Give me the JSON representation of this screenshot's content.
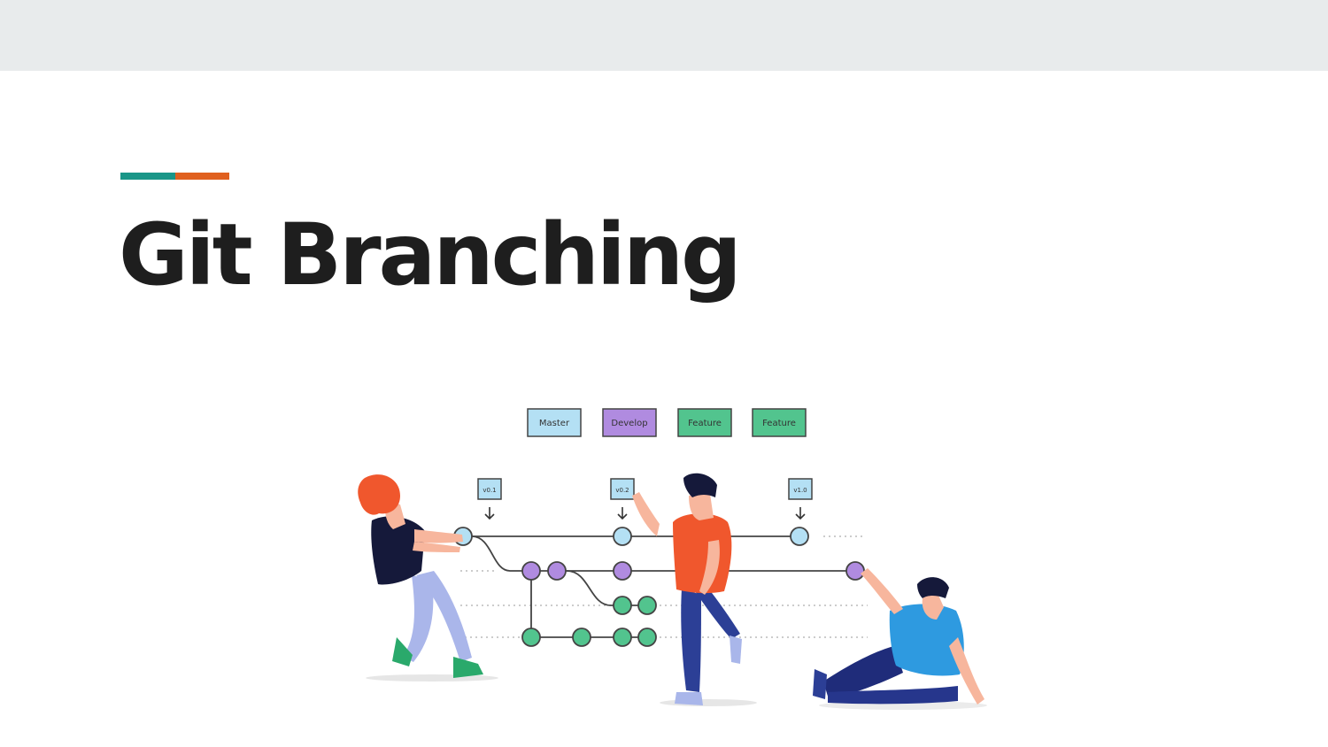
{
  "slide": {
    "title": "Git Branching"
  },
  "diagram": {
    "branch_labels": [
      "Master",
      "Develop",
      "Feature",
      "Feature"
    ],
    "tags": [
      "v0.1",
      "v0.2",
      "v1.0"
    ]
  },
  "colors": {
    "topbar": "#e8ebec",
    "accent_teal": "#1a9688",
    "accent_orange": "#e0601f",
    "master": "#b4e0f4",
    "develop": "#b08be0",
    "feature": "#52c48e",
    "title_text": "#1e1e1e"
  }
}
